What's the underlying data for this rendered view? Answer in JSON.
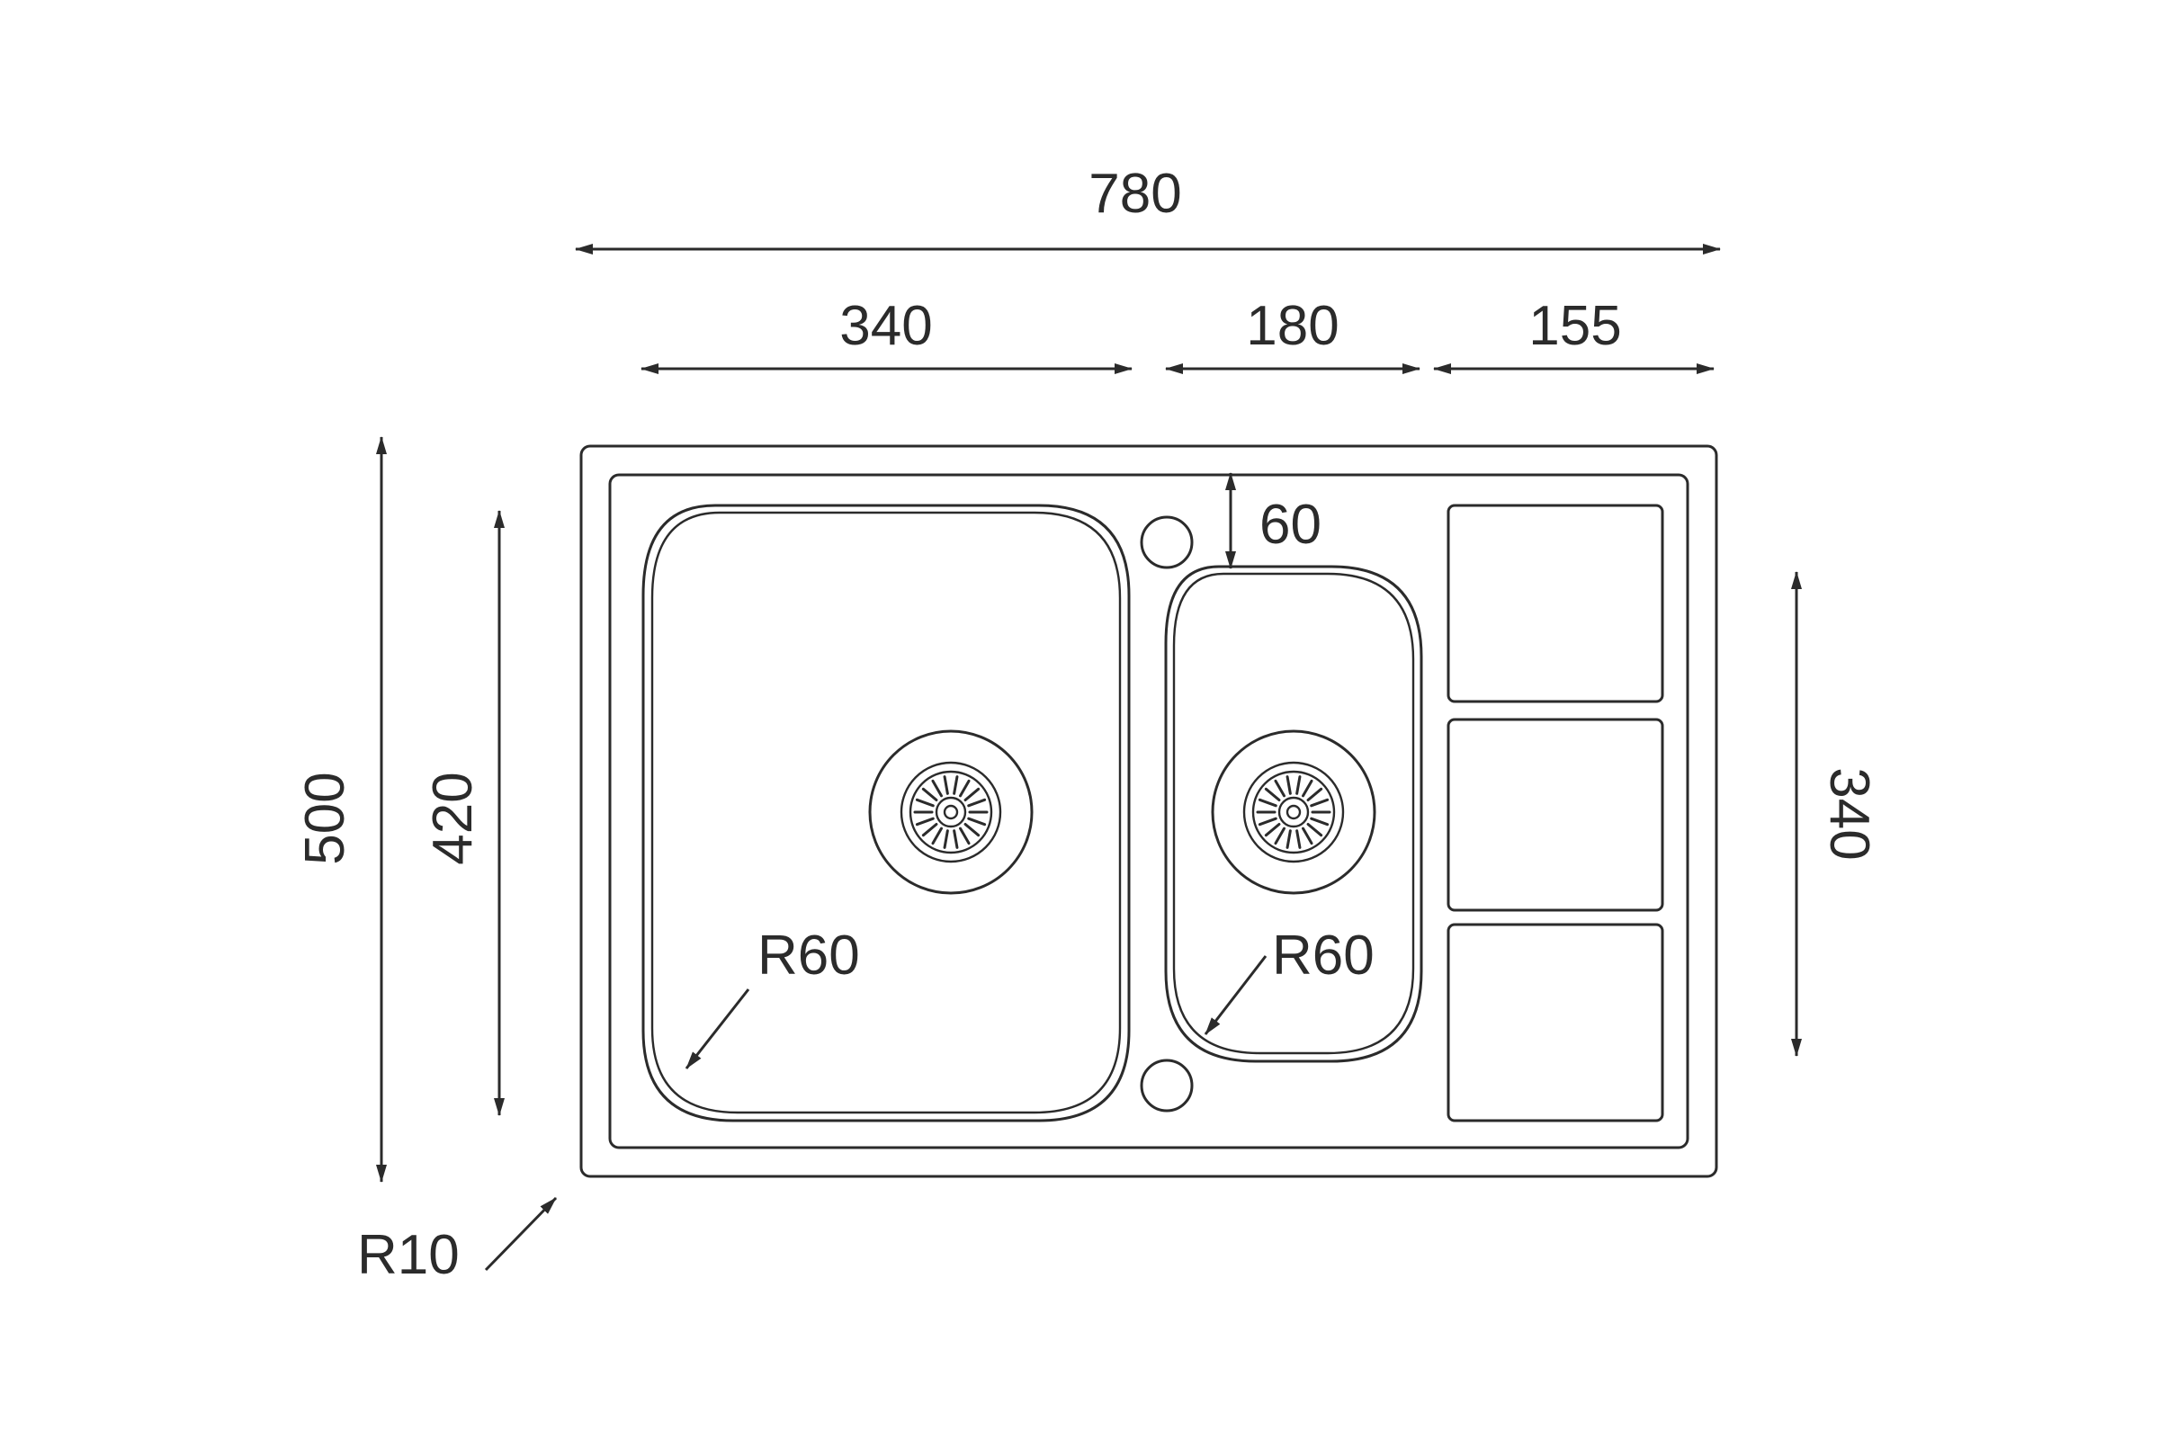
{
  "dimensions": {
    "overall_width": "780",
    "left_bowl_width": "340",
    "right_bowl_width": "180",
    "drainer_width": "155",
    "overall_depth": "500",
    "left_bowl_depth": "420",
    "right_bowl_depth": "340",
    "rim_offset": "60",
    "left_bowl_radius": "R60",
    "right_bowl_radius": "R60",
    "corner_radius": "R10"
  },
  "colors": {
    "stroke": "#2b2b2b",
    "background": "#ffffff"
  }
}
